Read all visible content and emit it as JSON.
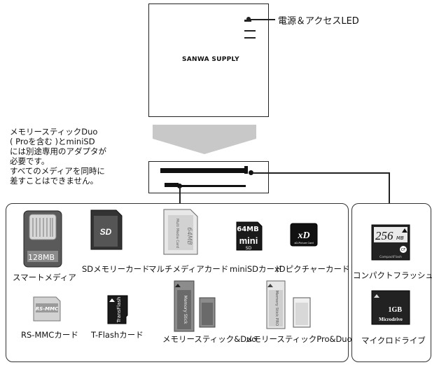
{
  "reader": {
    "brand": "SANWA SUPPLY",
    "led_label": "電源＆アクセスLED"
  },
  "note": "メモリースティックDuo\n( Proを含む )とminiSD\nには別途専用のアダプタが\n必要です。\nすべてのメディアを同時に\n差すことはできません。",
  "cards": {
    "smart_media": {
      "label": "スマートメディア",
      "capacity": "128MB"
    },
    "sd": {
      "label": "SDメモリーカード",
      "logo": "SD"
    },
    "multimedia": {
      "label": "マルチメディアカード",
      "logo": "Multi Media Card",
      "capacity": "64MB"
    },
    "minisd": {
      "label": "miniSDカード",
      "capacity": "64MB",
      "logo": "mini SD"
    },
    "xd": {
      "label": "xDピクチャーカード",
      "logo": "xD",
      "sub": "xD-Picture Card"
    },
    "rsmmc": {
      "label": "RS-MMCカード",
      "logo": "RS-MMC"
    },
    "tflash": {
      "label": "T-Flashカード",
      "logo": "TransFlash"
    },
    "ms_duo": {
      "label": "メモリースティック&Duo",
      "logo": "Memory Stick"
    },
    "ms_pro_duo": {
      "label": "メモリースティックPro&Duo",
      "logo": "Memory Stick PRO"
    },
    "cf": {
      "label": "コンパクトフラッシュ",
      "capacity": "256",
      "unit": "MB",
      "logo": "CompactFlash",
      "badge": "CF"
    },
    "microdrive": {
      "label": "マイクロドライブ",
      "capacity": "1GB",
      "logo": "Microdrive"
    }
  }
}
